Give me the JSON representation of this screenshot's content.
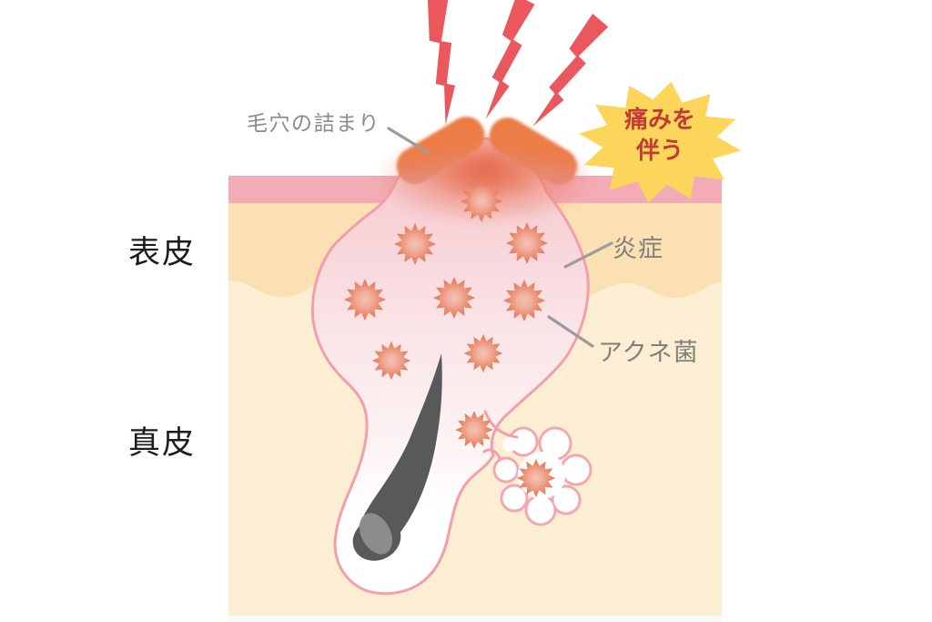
{
  "diagram": {
    "type": "medical-illustration",
    "subject": "Inflamed acne (red pimple) — skin cross-section with clogged pore, inflammation and acne bacteria",
    "labels": {
      "epidermis": "表皮",
      "dermis": "真皮",
      "clogged_pore": "毛穴の詰まり",
      "inflammation": "炎症",
      "acne_bacteria": "アクネ菌",
      "pain": "痛みを伴う",
      "pain_line1": "痛みを",
      "pain_line2": "伴う"
    },
    "counts": {
      "bacteria_icons": 10,
      "lightning_bolts": 3,
      "pore_plug_lobes": 2
    },
    "colors": {
      "background": "#ffffff",
      "skin_surface_band": "#f3acb5",
      "epidermis_layer": "#fae0b2",
      "dermis_layer": "#fbeed3",
      "inflamed_area_top": "#f5c3cb",
      "inflamed_area_outline": "#f29fab",
      "bacteria_spikes": "#e7765a",
      "bacteria_center": "#f2bcae",
      "pore_plug_orange": "#ee7b3f",
      "lightning_red": "#ea575c",
      "pain_burst_yellow": "#fbd65a",
      "pain_text_red": "#c23b36",
      "hair_dark": "#58595b",
      "hair_bulb_gray": "#8b8c8e",
      "label_dark": "#1c1c1c",
      "label_gray": "#8b8b8b",
      "pointer_line": "#9b9b9b"
    }
  }
}
